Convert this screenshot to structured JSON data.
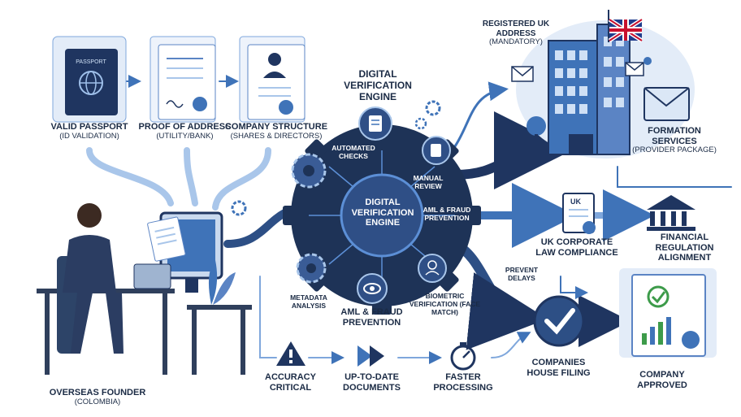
{
  "documents": {
    "passport": {
      "title": "VALID PASSPORT",
      "sub": "(ID VALIDATION)",
      "cover_text": "PASSPORT"
    },
    "address": {
      "title": "PROOF OF ADDRESS",
      "sub": "(UTILITY/BANK)"
    },
    "structure": {
      "title": "COMPANY STRUCTURE",
      "sub": "(SHARES & DIRECTORS)"
    }
  },
  "founder": {
    "title": "OVERSEAS FOUNDER",
    "sub": "(COLOMBIA)"
  },
  "engine": {
    "title_top": "DIGITAL VERIFICATION ENGINE",
    "title_center": "DIGITAL VERIFICATION ENGINE",
    "automated_checks": "AUTOMATED CHECKS",
    "manual_review": "MANUAL REVIEW",
    "aml_inner": "AML & FRAUD PREVENTION",
    "metadata": "METADATA ANALYSIS",
    "biometric": "BIOMETRIC VERIFICATION (FACE MATCH)",
    "aml_outer": "AML & FRAUD PREVENTION"
  },
  "address_block": {
    "title": "REGISTERED UK ADDRESS",
    "sub": "(MANDATORY)"
  },
  "formation": {
    "title": "FORMATION SERVICES",
    "sub": "(PROVIDER PACKAGE)"
  },
  "compliance": {
    "law": "UK CORPORATE LAW COMPLIANCE",
    "regulation": "FINANCIAL REGULATION ALIGNMENT",
    "doc_badge": "UK"
  },
  "flow": {
    "prevent_delays": "PREVENT DELAYS",
    "accuracy": "ACCURACY CRITICAL",
    "uptodate": "UP-TO-DATE DOCUMENTS",
    "faster": "FASTER PROCESSING",
    "filing": "COMPANIES HOUSE FILING",
    "approved": "COMPANY APPROVED"
  },
  "colors": {
    "navy": "#1f3560",
    "blue": "#3f73b8",
    "light_blue": "#a9c6ea",
    "engine": "#263a5e",
    "accent_green": "#3d9b4a"
  }
}
